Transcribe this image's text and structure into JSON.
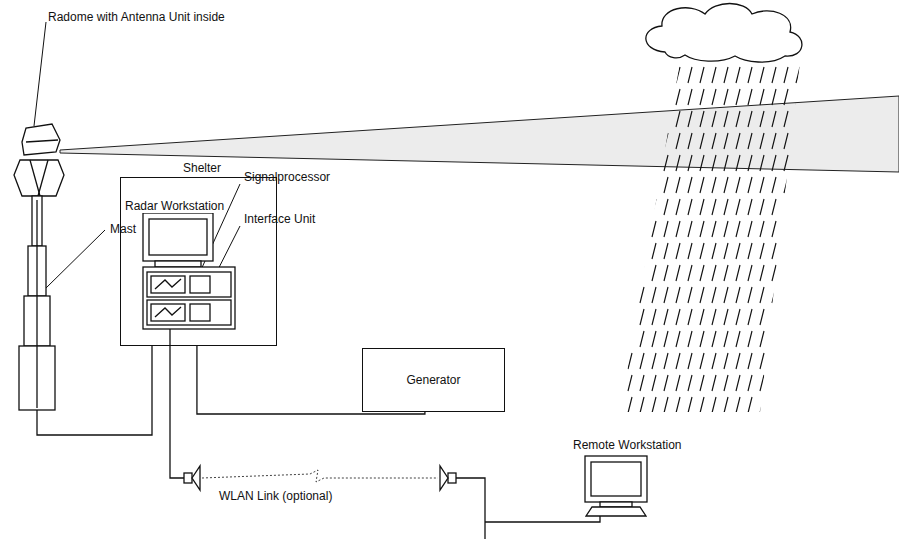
{
  "diagram": {
    "nodes": [
      {
        "text": [
          "Shelter"
        ]
      },
      {
        "text": [
          "Generator"
        ]
      }
    ],
    "edges": [
      {
        "from": 0,
        "to": 1,
        "arrow": "none"
      }
    ],
    "labels": [
      "Radome with Antenna Unit inside",
      "Mast",
      "Radar Workstation",
      "Signalprocessor",
      "Interface Unit",
      "WLAN Link (optional)",
      "Remote Workstation"
    ]
  }
}
